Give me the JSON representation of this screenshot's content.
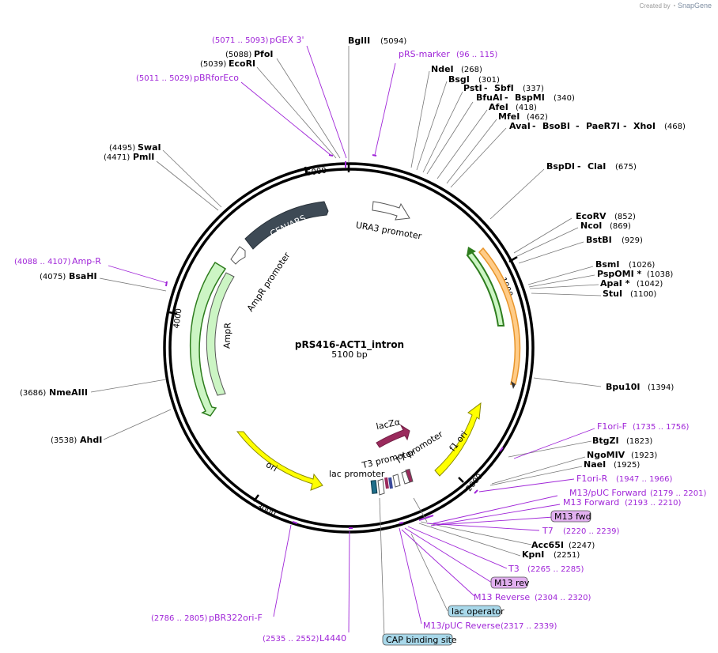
{
  "credit": {
    "prefix": "Created by",
    "brand": "SnapGene"
  },
  "map": {
    "name": "pRS416-ACT1_intron",
    "length": "5100 bp",
    "ticks": [
      "1000",
      "2000",
      "3000",
      "4000",
      "5000"
    ]
  },
  "features": {
    "cen_ars": "CEN/ARS",
    "ura3_promoter": "URA3 promoter",
    "ampr_promoter": "AmpR promoter",
    "ampr": "AmpR",
    "ori": "ori",
    "f1_ori": "f1 ori",
    "lacza": "lacZα",
    "lac_promoter": "lac promoter",
    "t3_promoter": "T3 promoter",
    "t7_promoter": "T7 promoter"
  },
  "sites": {
    "bglII": {
      "name": "BglII",
      "pos": "(5094)"
    },
    "pfoI": {
      "name": "PfoI",
      "pos": "(5088)"
    },
    "ecoRI": {
      "name": "EcoRI",
      "pos": "(5039)"
    },
    "swaI": {
      "name": "SwaI",
      "pos": "(4495)"
    },
    "pmlI": {
      "name": "PmlI",
      "pos": "(4471)"
    },
    "bsaHI": {
      "name": "BsaHI",
      "pos": "(4075)"
    },
    "nmeAIII": {
      "name": "NmeAIII",
      "pos": "(3686)"
    },
    "ahdI": {
      "name": "AhdI",
      "pos": "(3538)"
    },
    "ndeI": {
      "name": "NdeI",
      "pos": "(268)"
    },
    "bsgI": {
      "name": "BsgI",
      "pos": "(301)"
    },
    "pstI": {
      "name": "PstI",
      "sep": " - ",
      "name2": "SbfI",
      "pos": "(337)"
    },
    "bfuAI": {
      "name": "BfuAI",
      "sep": " - ",
      "name2": "BspMI",
      "pos": "(340)"
    },
    "afeI": {
      "name": "AfeI",
      "pos": "(418)"
    },
    "mfeI": {
      "name": "MfeI",
      "pos": "(462)"
    },
    "avaI": {
      "name": "AvaI",
      "n2": "BsoBI",
      "n3": "PaeR7I",
      "n4": "XhoI",
      "sep": " - ",
      "pos": "(468)"
    },
    "bspDI": {
      "name": "BspDI",
      "sep": " - ",
      "name2": "ClaI",
      "pos": "(675)"
    },
    "ecoRV": {
      "name": "EcoRV",
      "pos": "(852)"
    },
    "ncoI": {
      "name": "NcoI",
      "pos": "(869)"
    },
    "bstBI": {
      "name": "BstBI",
      "pos": "(929)"
    },
    "bsmI": {
      "name": "BsmI",
      "pos": "(1026)"
    },
    "pspOMI": {
      "name": "PspOMI *",
      "pos": "(1038)"
    },
    "apaI": {
      "name": "ApaI *",
      "pos": "(1042)"
    },
    "stuI": {
      "name": "StuI",
      "pos": "(1100)"
    },
    "bpu10I": {
      "name": "Bpu10I",
      "pos": "(1394)"
    },
    "btgZI": {
      "name": "BtgZI",
      "pos": "(1823)"
    },
    "ngoMIV": {
      "name": "NgoMIV",
      "pos": "(1923)"
    },
    "naeI": {
      "name": "NaeI",
      "pos": "(1925)"
    },
    "acc65I": {
      "name": "Acc65I",
      "pos": "(2247)"
    },
    "kpnI": {
      "name": "KpnI",
      "pos": "(2251)"
    }
  },
  "primers": {
    "pgex3": {
      "name": "pGEX 3'",
      "range": "(5071 .. 5093)"
    },
    "pbrforeco": {
      "name": "pBRforEco",
      "range": "(5011 .. 5029)"
    },
    "pRSmarker": {
      "name": "pRS-marker",
      "range": "(96 .. 115)"
    },
    "ampR": {
      "name": "Amp-R",
      "range": "(4088 .. 4107)"
    },
    "f1oriF": {
      "name": "F1ori-F",
      "range": "(1735 .. 1756)"
    },
    "f1oriR": {
      "name": "F1ori-R",
      "range": "(1947 .. 1966)"
    },
    "m13pucFwd": {
      "name": "M13/pUC Forward",
      "range": "(2179 .. 2201)"
    },
    "m13Fwd": {
      "name": "M13 Forward",
      "range": "(2193 .. 2210)"
    },
    "t7": {
      "name": "T7",
      "range": "(2220 .. 2239)"
    },
    "t3": {
      "name": "T3",
      "range": "(2265 .. 2285)"
    },
    "m13Rev": {
      "name": "M13 Reverse",
      "range": "(2304 .. 2320)"
    },
    "m13pucRev": {
      "name": "M13/pUC Reverse",
      "range": "(2317 .. 2339)"
    },
    "pbr322ori": {
      "name": "pBR322ori-F",
      "range": "(2786 .. 2805)"
    },
    "l4440": {
      "name": "L4440",
      "range": "(2535 .. 2552)"
    }
  },
  "boxed": {
    "m13fwd": "M13 fwd",
    "m13rev": "M13 rev",
    "lacOperator": "lac operator",
    "capSite": "CAP binding site"
  },
  "colors": {
    "cen_ars": "#3e4a55",
    "ampr": "#ccf5c4",
    "ori": "#ffff00",
    "f1_ori": "#ffff00",
    "lacza": "#9a2a5c",
    "ura3_frame": "#ffb347",
    "primer": "#a026d8",
    "boxed_purple": "#e2b0f0",
    "boxed_blue": "#a8d8ea"
  }
}
